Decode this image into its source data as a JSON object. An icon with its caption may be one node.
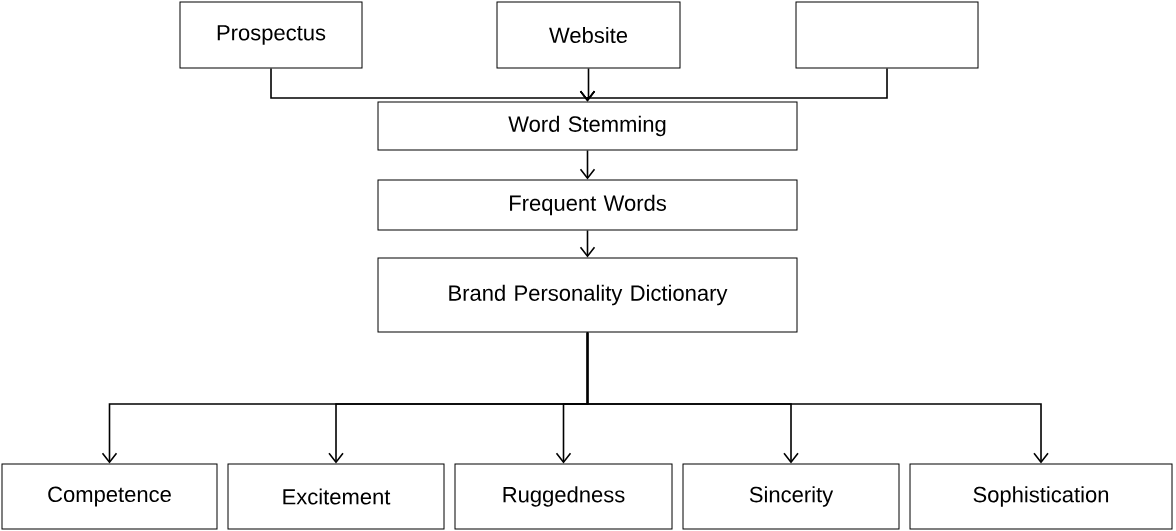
{
  "diagram": {
    "nodes": [
      {
        "text": [
          "Prospectus"
        ]
      },
      {
        "text": [
          "Website"
        ]
      },
      {
        "text": [],
        "shape": "box"
      },
      {
        "text": [
          "Word Stemming"
        ]
      },
      {
        "text": [
          "Frequent Words"
        ]
      },
      {
        "text": [
          "Brand Personality Dictionary"
        ]
      },
      {
        "text": [
          "Competence"
        ]
      },
      {
        "text": [
          "Excitement"
        ]
      },
      {
        "text": [
          "Ruggedness"
        ]
      },
      {
        "text": [
          "Sincerity"
        ]
      },
      {
        "text": [
          "Sophistication"
        ]
      }
    ],
    "edges": [
      {
        "from": 0,
        "to": 3,
        "arrow": "to"
      },
      {
        "from": 1,
        "to": 3,
        "arrow": "to"
      },
      {
        "from": 2,
        "to": 3,
        "arrow": "to"
      },
      {
        "from": 3,
        "to": 4,
        "arrow": "to"
      },
      {
        "from": 4,
        "to": 5,
        "arrow": "to"
      },
      {
        "from": 5,
        "to": 6,
        "arrow": "to"
      },
      {
        "from": 5,
        "to": 7,
        "arrow": "to"
      },
      {
        "from": 5,
        "to": 8,
        "arrow": "to"
      },
      {
        "from": 5,
        "to": 9,
        "arrow": "to"
      },
      {
        "from": 5,
        "to": 10,
        "arrow": "to"
      }
    ]
  }
}
